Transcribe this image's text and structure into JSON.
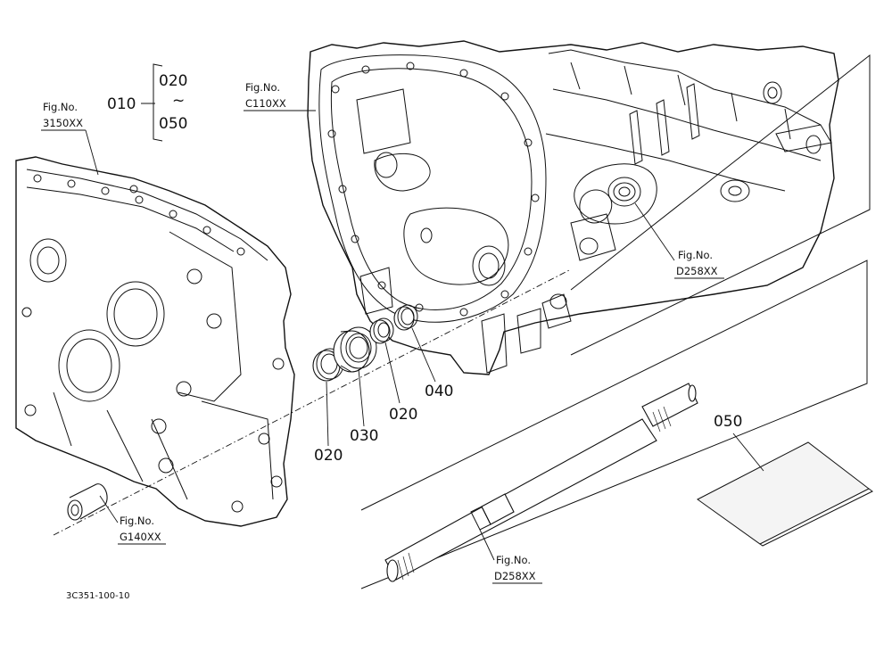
{
  "range_callout": {
    "parent": "010",
    "from": "020",
    "tilde": "~",
    "to": "050"
  },
  "fig_refs": [
    {
      "label": "Fig.No.",
      "code": "3150XX"
    },
    {
      "label": "Fig.No.",
      "code": "C110XX"
    },
    {
      "label": "Fig.No.",
      "code": "D258XX"
    },
    {
      "label": "Fig.No.",
      "code": "G140XX"
    },
    {
      "label": "Fig.No.",
      "code": "D258XX"
    }
  ],
  "part_numbers": {
    "seal_left": "020",
    "bearing": "030",
    "seal_mid": "020",
    "collar": "040",
    "manual": "050"
  },
  "drawing_id": "3C351-100-10"
}
